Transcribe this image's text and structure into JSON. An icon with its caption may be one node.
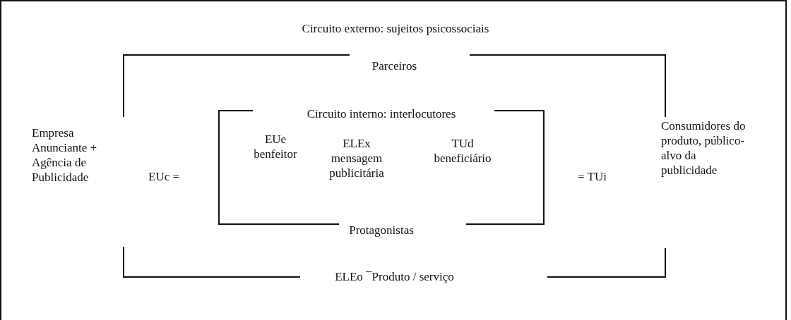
{
  "diagram": {
    "title": "Circuito externo: sujeitos psicossociais",
    "nodes": [
      {
        "text": [
          "Parceiros",
          "ELEo ¯Produto / serviço"
        ]
      },
      {
        "text": [
          "Circuito interno: interlocutores",
          "Protagonistas"
        ],
        "in": 0
      },
      {
        "text": [
          "EUe benfeitor"
        ],
        "in": 1
      },
      {
        "text": [
          "ELEx mensagem publicitária"
        ],
        "in": 1
      },
      {
        "text": [
          "TUd beneficiário"
        ],
        "in": 1
      }
    ],
    "labels": [
      "Empresa Anunciante + Agência de Publicidade",
      "EUc =",
      "= TUi",
      "Consumidores do produto, público-alvo da publicidade"
    ]
  }
}
